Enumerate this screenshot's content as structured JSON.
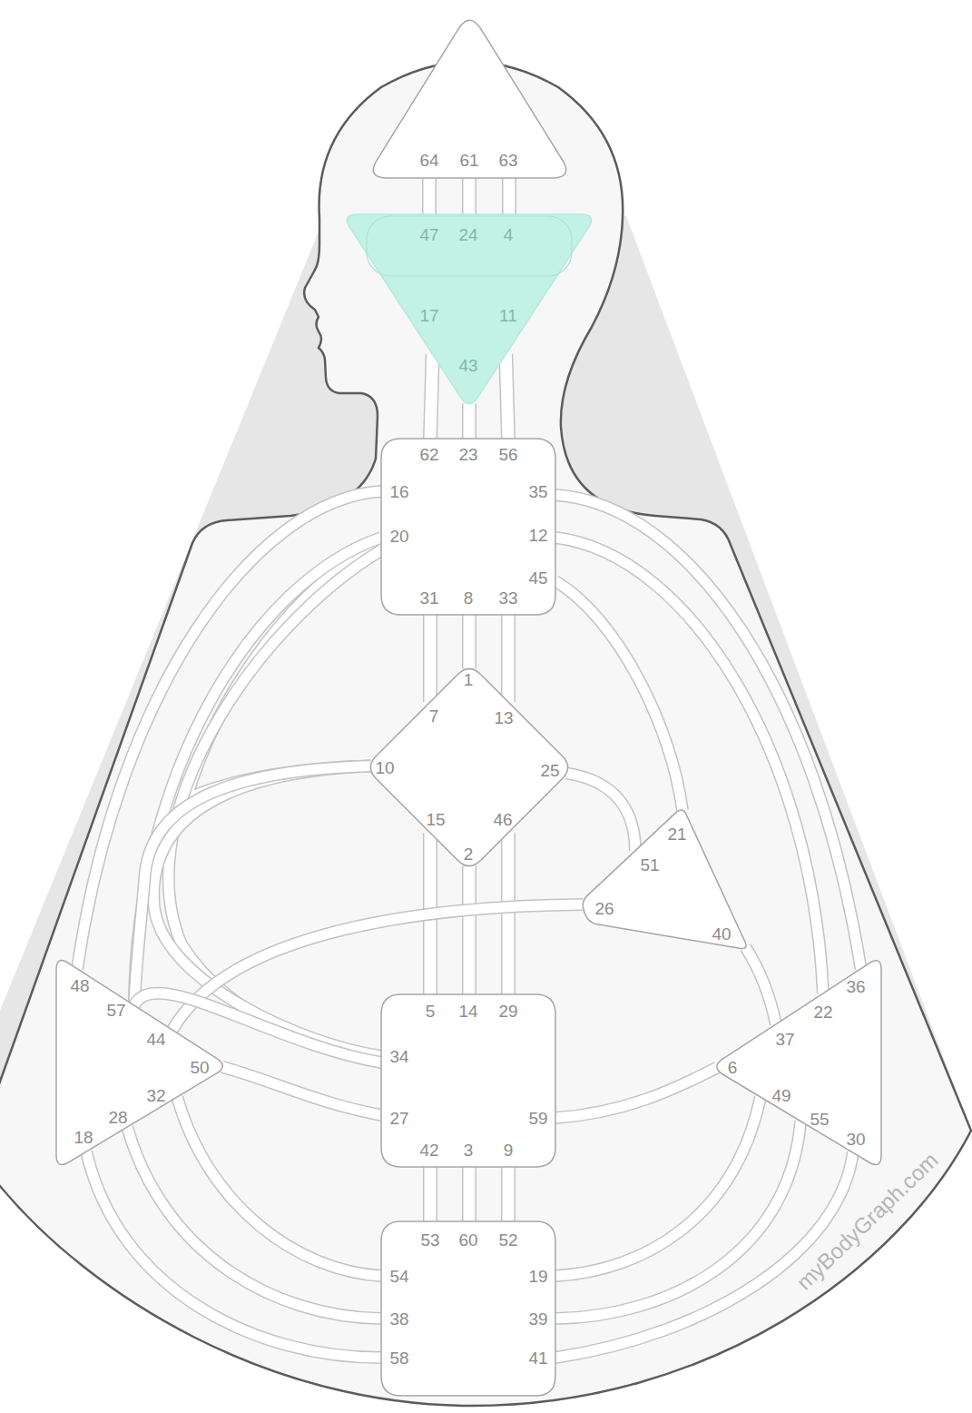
{
  "diagram": {
    "nodes": [
      {
        "text": [
          "64",
          "61",
          "63"
        ]
      },
      {
        "text": [
          "47",
          "24",
          "4",
          "17",
          "11",
          "43"
        ]
      },
      {
        "text": [
          "62",
          "23",
          "56",
          "16",
          "35",
          "20",
          "12",
          "45",
          "31",
          "8",
          "33"
        ]
      },
      {
        "text": [
          "1",
          "7",
          "13",
          "10",
          "25",
          "15",
          "46",
          "2"
        ]
      },
      {
        "text": [
          "21",
          "51",
          "26",
          "40"
        ]
      },
      {
        "text": [
          "48",
          "57",
          "44",
          "50",
          "32",
          "28",
          "18"
        ]
      },
      {
        "text": [
          "5",
          "14",
          "29",
          "34",
          "27",
          "59",
          "42",
          "3",
          "9"
        ]
      },
      {
        "text": [
          "36",
          "22",
          "37",
          "6",
          "49",
          "55",
          "30"
        ]
      },
      {
        "text": [
          "53",
          "60",
          "52",
          "54",
          "19",
          "38",
          "39",
          "58",
          "41"
        ]
      }
    ],
    "edges": [
      {
        "from": 0,
        "to": 1,
        "arrow": "none"
      },
      {
        "from": 0,
        "to": 1,
        "arrow": "none"
      },
      {
        "from": 0,
        "to": 1,
        "arrow": "none"
      },
      {
        "from": 1,
        "to": 2,
        "arrow": "none"
      },
      {
        "from": 1,
        "to": 2,
        "arrow": "none"
      },
      {
        "from": 1,
        "to": 2,
        "arrow": "none"
      },
      {
        "from": 2,
        "to": 3,
        "arrow": "none"
      },
      {
        "from": 2,
        "to": 3,
        "arrow": "none"
      },
      {
        "from": 2,
        "to": 3,
        "arrow": "none"
      },
      {
        "from": 2,
        "to": 3,
        "arrow": "none"
      },
      {
        "from": 2,
        "to": 5,
        "arrow": "none"
      },
      {
        "from": 2,
        "to": 5,
        "arrow": "none"
      },
      {
        "from": 2,
        "to": 6,
        "arrow": "none"
      },
      {
        "from": 2,
        "to": 4,
        "arrow": "none"
      },
      {
        "from": 2,
        "to": 7,
        "arrow": "none"
      },
      {
        "from": 2,
        "to": 7,
        "arrow": "none"
      },
      {
        "from": 3,
        "to": 6,
        "arrow": "none"
      },
      {
        "from": 3,
        "to": 5,
        "arrow": "none"
      },
      {
        "from": 3,
        "to": 6,
        "arrow": "none"
      },
      {
        "from": 3,
        "to": 6,
        "arrow": "none"
      },
      {
        "from": 3,
        "to": 6,
        "arrow": "none"
      },
      {
        "from": 3,
        "to": 4,
        "arrow": "none"
      },
      {
        "from": 4,
        "to": 5,
        "arrow": "none"
      },
      {
        "from": 4,
        "to": 7,
        "arrow": "none"
      },
      {
        "from": 6,
        "to": 5,
        "arrow": "none"
      },
      {
        "from": 6,
        "to": 5,
        "arrow": "none"
      },
      {
        "from": 6,
        "to": 7,
        "arrow": "none"
      },
      {
        "from": 6,
        "to": 8,
        "arrow": "none"
      },
      {
        "from": 6,
        "to": 8,
        "arrow": "none"
      },
      {
        "from": 6,
        "to": 8,
        "arrow": "none"
      },
      {
        "from": 5,
        "to": 8,
        "arrow": "none"
      },
      {
        "from": 5,
        "to": 8,
        "arrow": "none"
      },
      {
        "from": 5,
        "to": 8,
        "arrow": "none"
      },
      {
        "from": 7,
        "to": 8,
        "arrow": "none"
      },
      {
        "from": 7,
        "to": 8,
        "arrow": "none"
      },
      {
        "from": 7,
        "to": 8,
        "arrow": "none"
      }
    ],
    "labels": [
      "myBodyGraph.com"
    ]
  }
}
